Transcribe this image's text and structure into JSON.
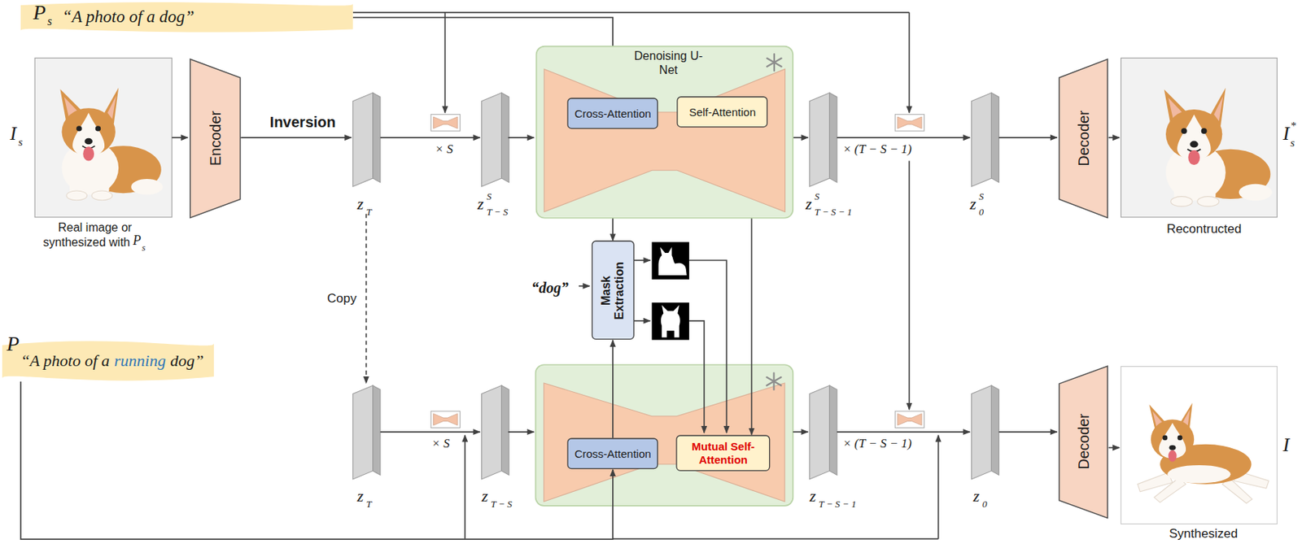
{
  "diagram": {
    "nodes": [
      {
        "text": [
          "“A photo of a dog”"
        ]
      },
      {
        "text": [
          "Encoder"
        ]
      },
      {
        "text": [
          "Denoising U-Net"
        ]
      },
      {
        "text": [
          "Cross-Attention"
        ],
        "in": 2
      },
      {
        "text": [
          "Self-Attention"
        ],
        "in": 2
      },
      {
        "text": [
          "Decoder"
        ]
      },
      {
        "text": [
          "Mask Extraction"
        ]
      },
      {
        "text": [
          "“A photo of a",
          "running",
          "dog”"
        ]
      },
      {
        "text": [
          "Cross-Attention"
        ]
      },
      {
        "text": [
          "Mutual Self-Attention"
        ]
      },
      {
        "text": [
          "Decoder"
        ]
      }
    ],
    "edges": [
      {
        "from": 0,
        "to": 3,
        "arrow": "to"
      },
      {
        "from": 3,
        "to": 6,
        "arrow": "to"
      },
      {
        "from": 8,
        "to": 6,
        "arrow": "to"
      },
      {
        "from": 4,
        "to": 9,
        "arrow": "to"
      },
      {
        "from": 7,
        "to": 8,
        "arrow": "to"
      }
    ],
    "labels": [
      "P",
      "s",
      "I",
      "s",
      "Inversion",
      "z",
      "T",
      "× S",
      "z",
      "S",
      "T − S",
      "z",
      "S",
      "T − S − 1",
      "× (T − S − 1)",
      "z",
      "S",
      "0",
      "I",
      "s",
      "*",
      "Real image or",
      "synthesized with",
      "P",
      "s",
      "Recontructed",
      "Copy",
      "“dog”",
      "P",
      "z",
      "T",
      "× S",
      "z",
      "T − S",
      "z",
      "T − S − 1",
      "× (T − S − 1)",
      "z",
      "0",
      "I",
      "Synthesized"
    ]
  }
}
